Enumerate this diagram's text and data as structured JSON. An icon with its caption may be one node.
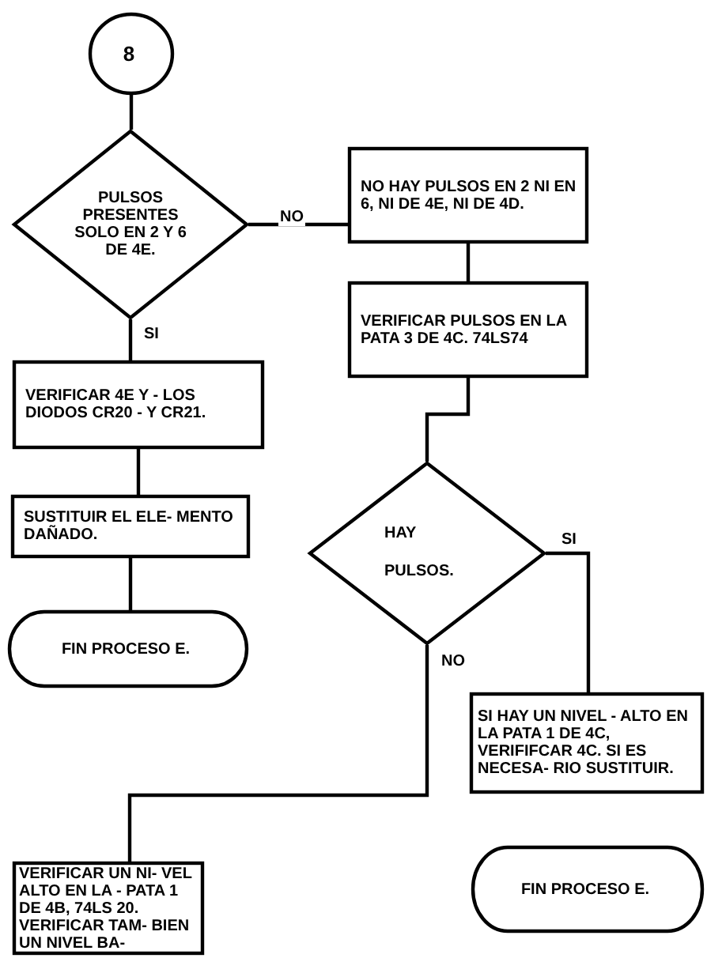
{
  "diagram": {
    "nodes": [
      {
        "text": [
          "8"
        ]
      },
      {
        "text": [
          "PULSOS PRESENTES SOLO EN 2 Y 6 DE 4E."
        ]
      },
      {
        "text": [
          "NO HAY PULSOS EN 2 NI EN 6, NI DE 4E, NI DE 4D."
        ]
      },
      {
        "text": [
          "VERIFICAR 4E Y - LOS DIODOS CR20 - Y CR21."
        ]
      },
      {
        "text": [
          "VERIFICAR PULSOS EN LA PATA 3 DE 4C. 74LS74"
        ]
      },
      {
        "text": [
          "SUSTITUIR EL ELE- MENTO DAÑADO."
        ]
      },
      {
        "text": [
          "FIN PROCESO E."
        ]
      },
      {
        "text": [
          "HAY PULSOS."
        ]
      },
      {
        "text": [
          "SI HAY UN NIVEL - ALTO EN LA PATA 1 DE 4C, VERIFIFCAR 4C. SI ES NECESA- RIO SUSTITUIR."
        ]
      },
      {
        "text": [
          "FIN PROCESO E."
        ]
      },
      {
        "text": [
          "VERIFICAR UN NI- VEL ALTO EN LA - PATA 1 DE 4B, 74LS 20. VERIFICAR TAM- BIEN UN NIVEL BA-"
        ]
      }
    ],
    "edges": [
      {
        "from": 0,
        "to": 1,
        "arrow": "none"
      },
      {
        "from": 1,
        "to": 2,
        "arrow": "none",
        "label": "NO"
      },
      {
        "from": 1,
        "to": 3,
        "arrow": "none",
        "label": "SI"
      },
      {
        "from": 2,
        "to": 4,
        "arrow": "none"
      },
      {
        "from": 4,
        "to": 7,
        "arrow": "none"
      },
      {
        "from": 3,
        "to": 5,
        "arrow": "none"
      },
      {
        "from": 5,
        "to": 6,
        "arrow": "none"
      },
      {
        "from": 7,
        "to": 8,
        "arrow": "none",
        "label": "SI"
      },
      {
        "from": 7,
        "to": 10,
        "arrow": "none",
        "label": "NO"
      }
    ]
  }
}
